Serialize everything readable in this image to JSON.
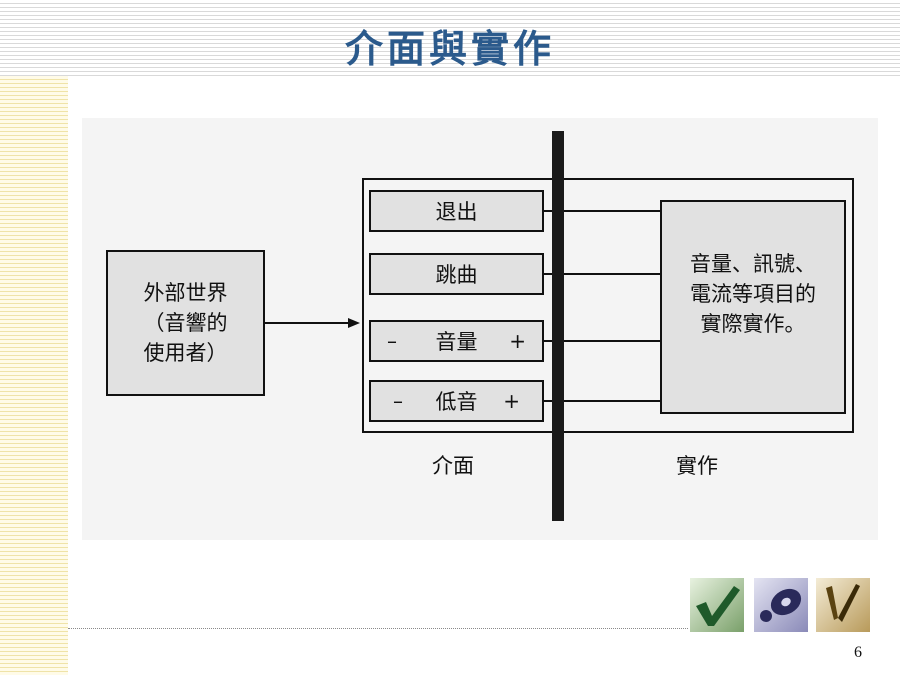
{
  "slide": {
    "title": "介面與實作",
    "page_number": "6"
  },
  "diagram": {
    "external": {
      "text": "外部世界\n（音響的\n使用者）"
    },
    "interface_buttons": [
      {
        "label": "退出"
      },
      {
        "label": "跳曲"
      },
      {
        "label": "音量",
        "minus": "–",
        "plus": "+"
      },
      {
        "label": "低音",
        "minus": "–",
        "plus": "+"
      }
    ],
    "implementation": {
      "text": "音量、訊號、\n電流等項目的\n實際實作。"
    },
    "interface_caption": "介面",
    "implementation_caption": "實作"
  },
  "decor": {
    "accent_blue": "#2b5a8c",
    "icons": [
      "checkmark-tile-icon",
      "disc-tile-icon",
      "pen-tile-icon"
    ]
  }
}
